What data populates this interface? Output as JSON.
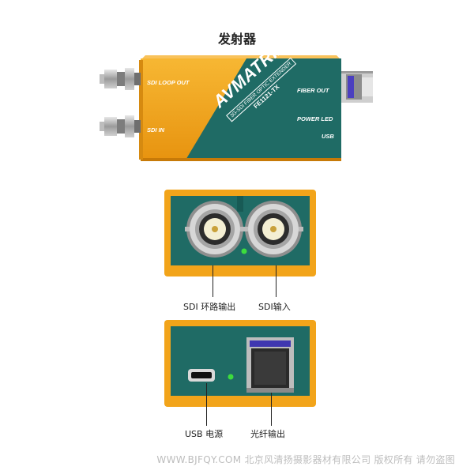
{
  "title": "发射器",
  "device": {
    "brand": "AVMATRIX",
    "product_line": "3G-SDI FIBER OPTIC EXTENDER",
    "model": "FE1121-TX",
    "port_labels": {
      "sdi_loop_out": "SDI LOOP OUT",
      "sdi_in": "SDI IN",
      "fiber_out": "FIBER OUT",
      "power_led": "POWER LED",
      "usb": "USB"
    }
  },
  "callouts": {
    "sdi_loop_out": "SDI 环路输出",
    "sdi_in": "SDI输入",
    "usb_power": "USB 电源",
    "fiber_out": "光纤输出"
  },
  "watermark": "WWW.BJFQY.COM 北京风清扬摄影器材有限公司 版权所有 请勿盗图",
  "colors": {
    "body_orange": "#f2a41a",
    "panel_teal": "#1f6b65",
    "text_white": "#ffffff",
    "led_green": "#3ddc3d"
  }
}
